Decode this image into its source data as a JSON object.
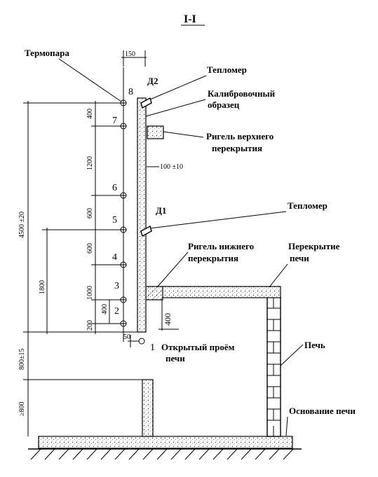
{
  "title": "I-I",
  "labels": {
    "thermocouple": "Термопара",
    "heatmeter_top": "Тепломер",
    "heatmeter_bottom": "Тепломер",
    "calib_line1": "Калибровочный",
    "calib_line2": "образец",
    "upper_beam_line1": "Ригель верхнего",
    "upper_beam_line2": "перекрытия",
    "lower_beam_line1": "Ригель нижнего",
    "lower_beam_line2": "перекрытия",
    "furnace_slab_line1": "Перекрытие",
    "furnace_slab_line2": "печи",
    "furnace": "Печь",
    "opening_line1": "Открытый проём",
    "opening_line2": "печи",
    "furnace_base": "Основание печи",
    "d2": "Д2",
    "d1": "Д1"
  },
  "points": [
    "1",
    "2",
    "3",
    "4",
    "5",
    "6",
    "7",
    "8"
  ],
  "dimensions": {
    "top_width": "150",
    "gap": "100 ±10",
    "seg_400_top": "400",
    "seg_1200": "1200",
    "seg_600_a": "600",
    "seg_600_b": "600",
    "seg_1000": "1000",
    "seg_400_small": "400",
    "seg_200": "200",
    "seg_50": "50",
    "total_height": "4500 ±20",
    "height_1800": "1800",
    "height_800": "800±15",
    "height_ge800": "≥800",
    "beam_400": "400"
  }
}
